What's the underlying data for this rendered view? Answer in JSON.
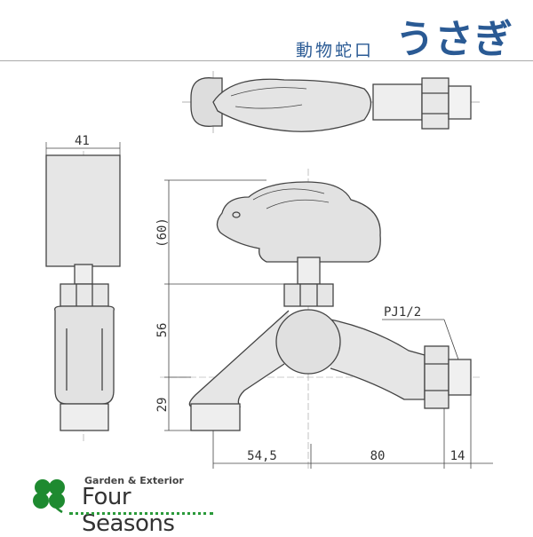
{
  "header": {
    "category": "動物蛇口",
    "product": "うさぎ"
  },
  "drawing": {
    "dimensions": {
      "handle_width": "41",
      "handle_height": "(60)",
      "body_height": "56",
      "spout_height": "29",
      "spout_offset": "54,5",
      "body_to_outlet": "80",
      "thread_length": "14",
      "thread_spec": "PJ1/2"
    }
  },
  "logo": {
    "subtitle": "Garden & Exterior",
    "name": "Four Seasons",
    "color": "#1e8a30"
  }
}
